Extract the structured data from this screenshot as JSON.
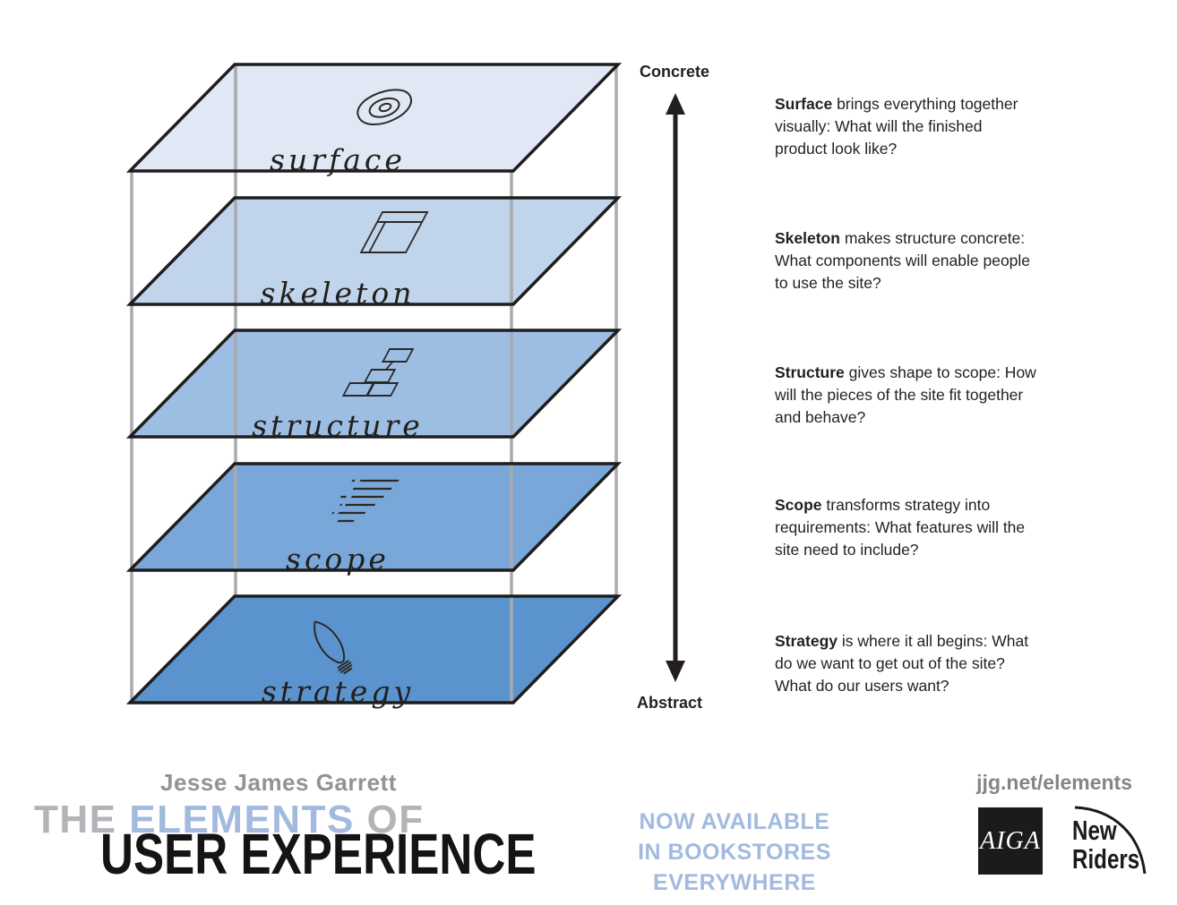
{
  "poster": {
    "axis": {
      "top": "Concrete",
      "bottom": "Abstract"
    },
    "layers": [
      {
        "label": "surface",
        "term": "Surface",
        "icon": "swirl-icon",
        "color": "#dfe8f4",
        "lines": [
          "brings everything together",
          "visually: What will the finished",
          "product look like?"
        ]
      },
      {
        "label": "skeleton",
        "term": "Skeleton",
        "icon": "wireframe-icon",
        "color": "#c0d4eb",
        "lines": [
          "makes structure concrete:",
          "What components will enable people",
          "to use the site?"
        ]
      },
      {
        "label": "structure",
        "term": "Structure",
        "icon": "sitemap-icon",
        "color": "#9dbee3",
        "lines": [
          "gives shape to scope: How",
          "will the pieces of the site fit together",
          "and behave?"
        ]
      },
      {
        "label": "scope",
        "term": "Scope",
        "icon": "list-icon",
        "color": "#7aa7d9",
        "lines": [
          "transforms strategy into",
          "requirements: What features will the",
          "site need to include?"
        ]
      },
      {
        "label": "strategy",
        "term": "Strategy",
        "icon": "lightbulb-icon",
        "color": "#5b93ce",
        "lines": [
          "is where it all begins: What",
          "do we want to get out of the site?",
          "What do our users want?"
        ]
      }
    ],
    "footer": {
      "author": "Jesse James Garrett",
      "title_prefix": "THE",
      "title_highlight": "ELEMENTS",
      "title_suffix": "OF",
      "title_main": "USER EXPERIENCE",
      "promo_line1": "NOW AVAILABLE",
      "promo_line2": "IN BOOKSTORES EVERYWHERE",
      "url": "jjg.net/elements",
      "aiga_label": "AIGA",
      "new_riders_line1": "New",
      "new_riders_line2": "Riders"
    },
    "colors": {
      "accent_blue_text": "#a2bade",
      "author_gray": "#919396",
      "light_gray_text": "#b2b4b7",
      "url_gray": "#838588",
      "ink": "#231f20",
      "pillar_gray": "#a8aaad"
    }
  }
}
